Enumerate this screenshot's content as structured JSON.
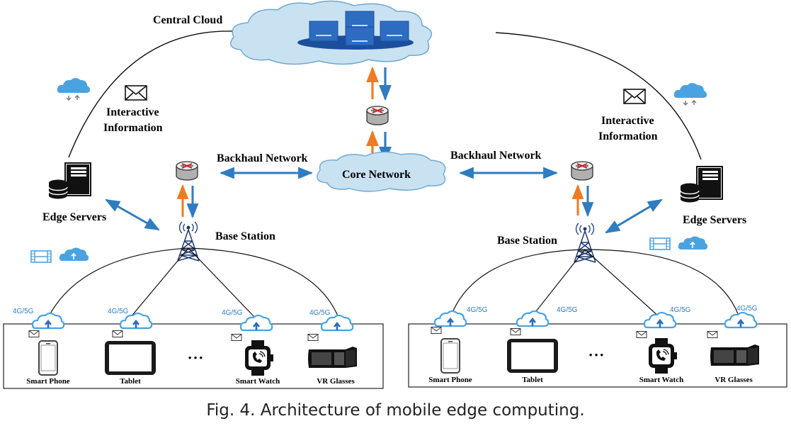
{
  "labels": {
    "central_cloud": "Central Cloud",
    "interactive_information": "Interactive Information",
    "interactive_line1": "Interactive",
    "interactive_line2": "Information",
    "edge_servers": "Edge Servers",
    "backhaul_network": "Backhaul Network",
    "core_network": "Core Network",
    "base_station": "Base Station",
    "net_tag": "4G/5G",
    "ellipsis": "• • •"
  },
  "devices": [
    "Smart Phone",
    "Tablet",
    "Smart Watch",
    "VR Glasses"
  ],
  "caption": "Fig. 4.  Architecture of mobile edge computing.",
  "colors": {
    "cloud_fill": "#c9e2f2",
    "cloud_stroke": "#6fa8d0",
    "server_blue": "#2d6cc0",
    "arrow_blue": "#2f7cc0",
    "arrow_orange": "#ee7a22",
    "icon_light_blue": "#4aa3e0"
  },
  "icons": [
    "server-rack-icon",
    "database-icon",
    "router-icon",
    "cell-tower-icon",
    "envelope-icon",
    "cloud-sync-icon",
    "cloud-upload-icon",
    "film-icon",
    "smartphone-icon",
    "tablet-icon",
    "smartwatch-icon",
    "vr-headset-icon"
  ]
}
